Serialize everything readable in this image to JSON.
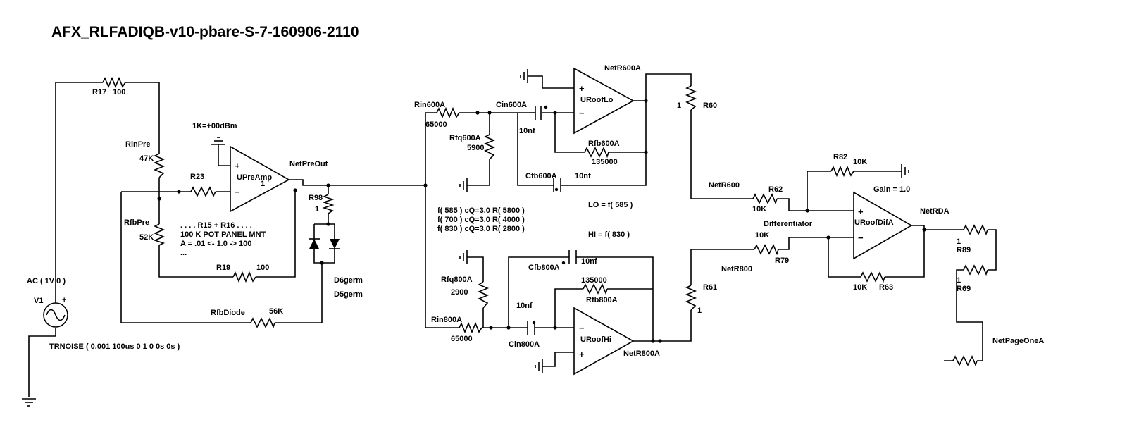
{
  "title": "AFX_RLFADIQB-v10-pbare-S-7-160906-2110",
  "source": {
    "label": "AC ( 1V 0 )",
    "ref": "V1",
    "noise": "TRNOISE ( 0.001 100us 0 1 0 0s 0s )"
  },
  "preamp": {
    "ref": "UPreAmp",
    "gain_marker": "1",
    "calibration": "1K=+00dBm",
    "output_net": "NetPreOut"
  },
  "pot_note": {
    "line1": ". . . . R15 + R16 . . . .",
    "line2": "100 K POT PANEL MNT",
    "line3": "A = .01 <- 1.0 -> 100",
    "line4": "..."
  },
  "opamps": {
    "lo": "URoofLo",
    "hi": "URoofHi",
    "dif": "URoofDifA",
    "plus": "+",
    "minus": "−"
  },
  "nets": {
    "r600a": "NetR600A",
    "r800a": "NetR800A",
    "r600": "NetR600",
    "r800": "NetR800",
    "rda": "NetRDA",
    "page": "NetPageOneA"
  },
  "notes": {
    "f1": "f( 585 ) cQ=3.0 R( 5800 )",
    "f2": "f( 700 ) cQ=3.0 R( 4000 )",
    "f3": "f( 830 ) cQ=3.0 R( 2800 )",
    "lo": "LO = f( 585 )",
    "hi": "HI = f( 830 )",
    "gain": "Gain = 1.0",
    "differentiator": "Differentiator"
  },
  "components": {
    "R17": {
      "ref": "R17",
      "value": "100"
    },
    "RinPre": {
      "ref": "RinPre",
      "value": "47K"
    },
    "RfbPre": {
      "ref": "RfbPre",
      "value": "52K"
    },
    "R23": {
      "ref": "R23"
    },
    "R19": {
      "ref": "R19",
      "value": "100"
    },
    "R98": {
      "ref": "R98",
      "value": "1"
    },
    "RfbDiode": {
      "ref": "RfbDiode",
      "value": "56K"
    },
    "D6": {
      "ref": "D6germ"
    },
    "D5": {
      "ref": "D5germ"
    },
    "Rin600A": {
      "ref": "Rin600A",
      "value": "65000"
    },
    "Rfq600A": {
      "ref": "Rfq600A",
      "value": "5900"
    },
    "Cin600A": {
      "ref": "Cin600A",
      "value": "10nf"
    },
    "Cfb600A": {
      "ref": "Cfb600A",
      "value": "10nf"
    },
    "Rfb600A": {
      "ref": "Rfb600A",
      "value": "135000"
    },
    "R60": {
      "ref": "R60",
      "value": "1"
    },
    "Rin800A": {
      "ref": "Rin800A",
      "value": "65000"
    },
    "Rfq800A": {
      "ref": "Rfq800A",
      "value": "2900"
    },
    "Cin800A": {
      "ref": "Cin800A",
      "value": "10nf"
    },
    "Cfb800A": {
      "ref": "Cfb800A",
      "value": "10nf"
    },
    "Rfb800A": {
      "ref": "Rfb800A",
      "value": "135000"
    },
    "R61": {
      "ref": "R61",
      "value": "1"
    },
    "R62": {
      "ref": "R62",
      "value": "10K"
    },
    "R79": {
      "ref": "R79",
      "value": "10K"
    },
    "R82": {
      "ref": "R82",
      "value": "10K"
    },
    "R63": {
      "ref": "R63",
      "value": "10K"
    },
    "R89": {
      "ref": "R89",
      "value": "1"
    },
    "R69": {
      "ref": "R69",
      "value": "1"
    }
  }
}
